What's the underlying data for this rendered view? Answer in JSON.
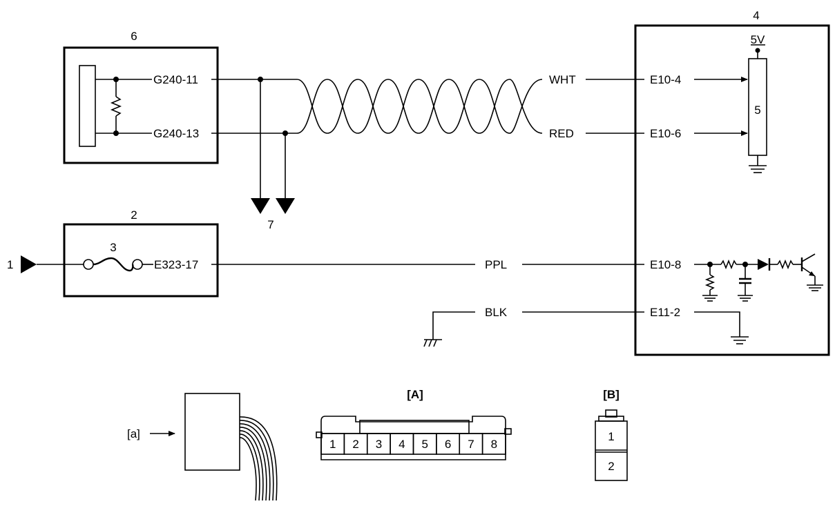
{
  "components": {
    "c1": "1",
    "c2": "2",
    "c3": "3",
    "c4": "4",
    "c5": "5",
    "c6": "6",
    "c7": "7",
    "v5": "5V"
  },
  "terminals": {
    "g240_11": "G240-11",
    "g240_13": "G240-13",
    "e323_17": "E323-17",
    "e10_4": "E10-4",
    "e10_6": "E10-6",
    "e10_8": "E10-8",
    "e11_2": "E11-2"
  },
  "wire_colors": {
    "wht": "WHT",
    "red": "RED",
    "ppl": "PPL",
    "blk": "BLK"
  },
  "connectors": {
    "a_label": "[A]",
    "b_label": "[B]",
    "view_label": "[a]",
    "a_pins": [
      "1",
      "2",
      "3",
      "4",
      "5",
      "6",
      "7",
      "8"
    ],
    "b_pins": [
      "1",
      "2"
    ]
  }
}
